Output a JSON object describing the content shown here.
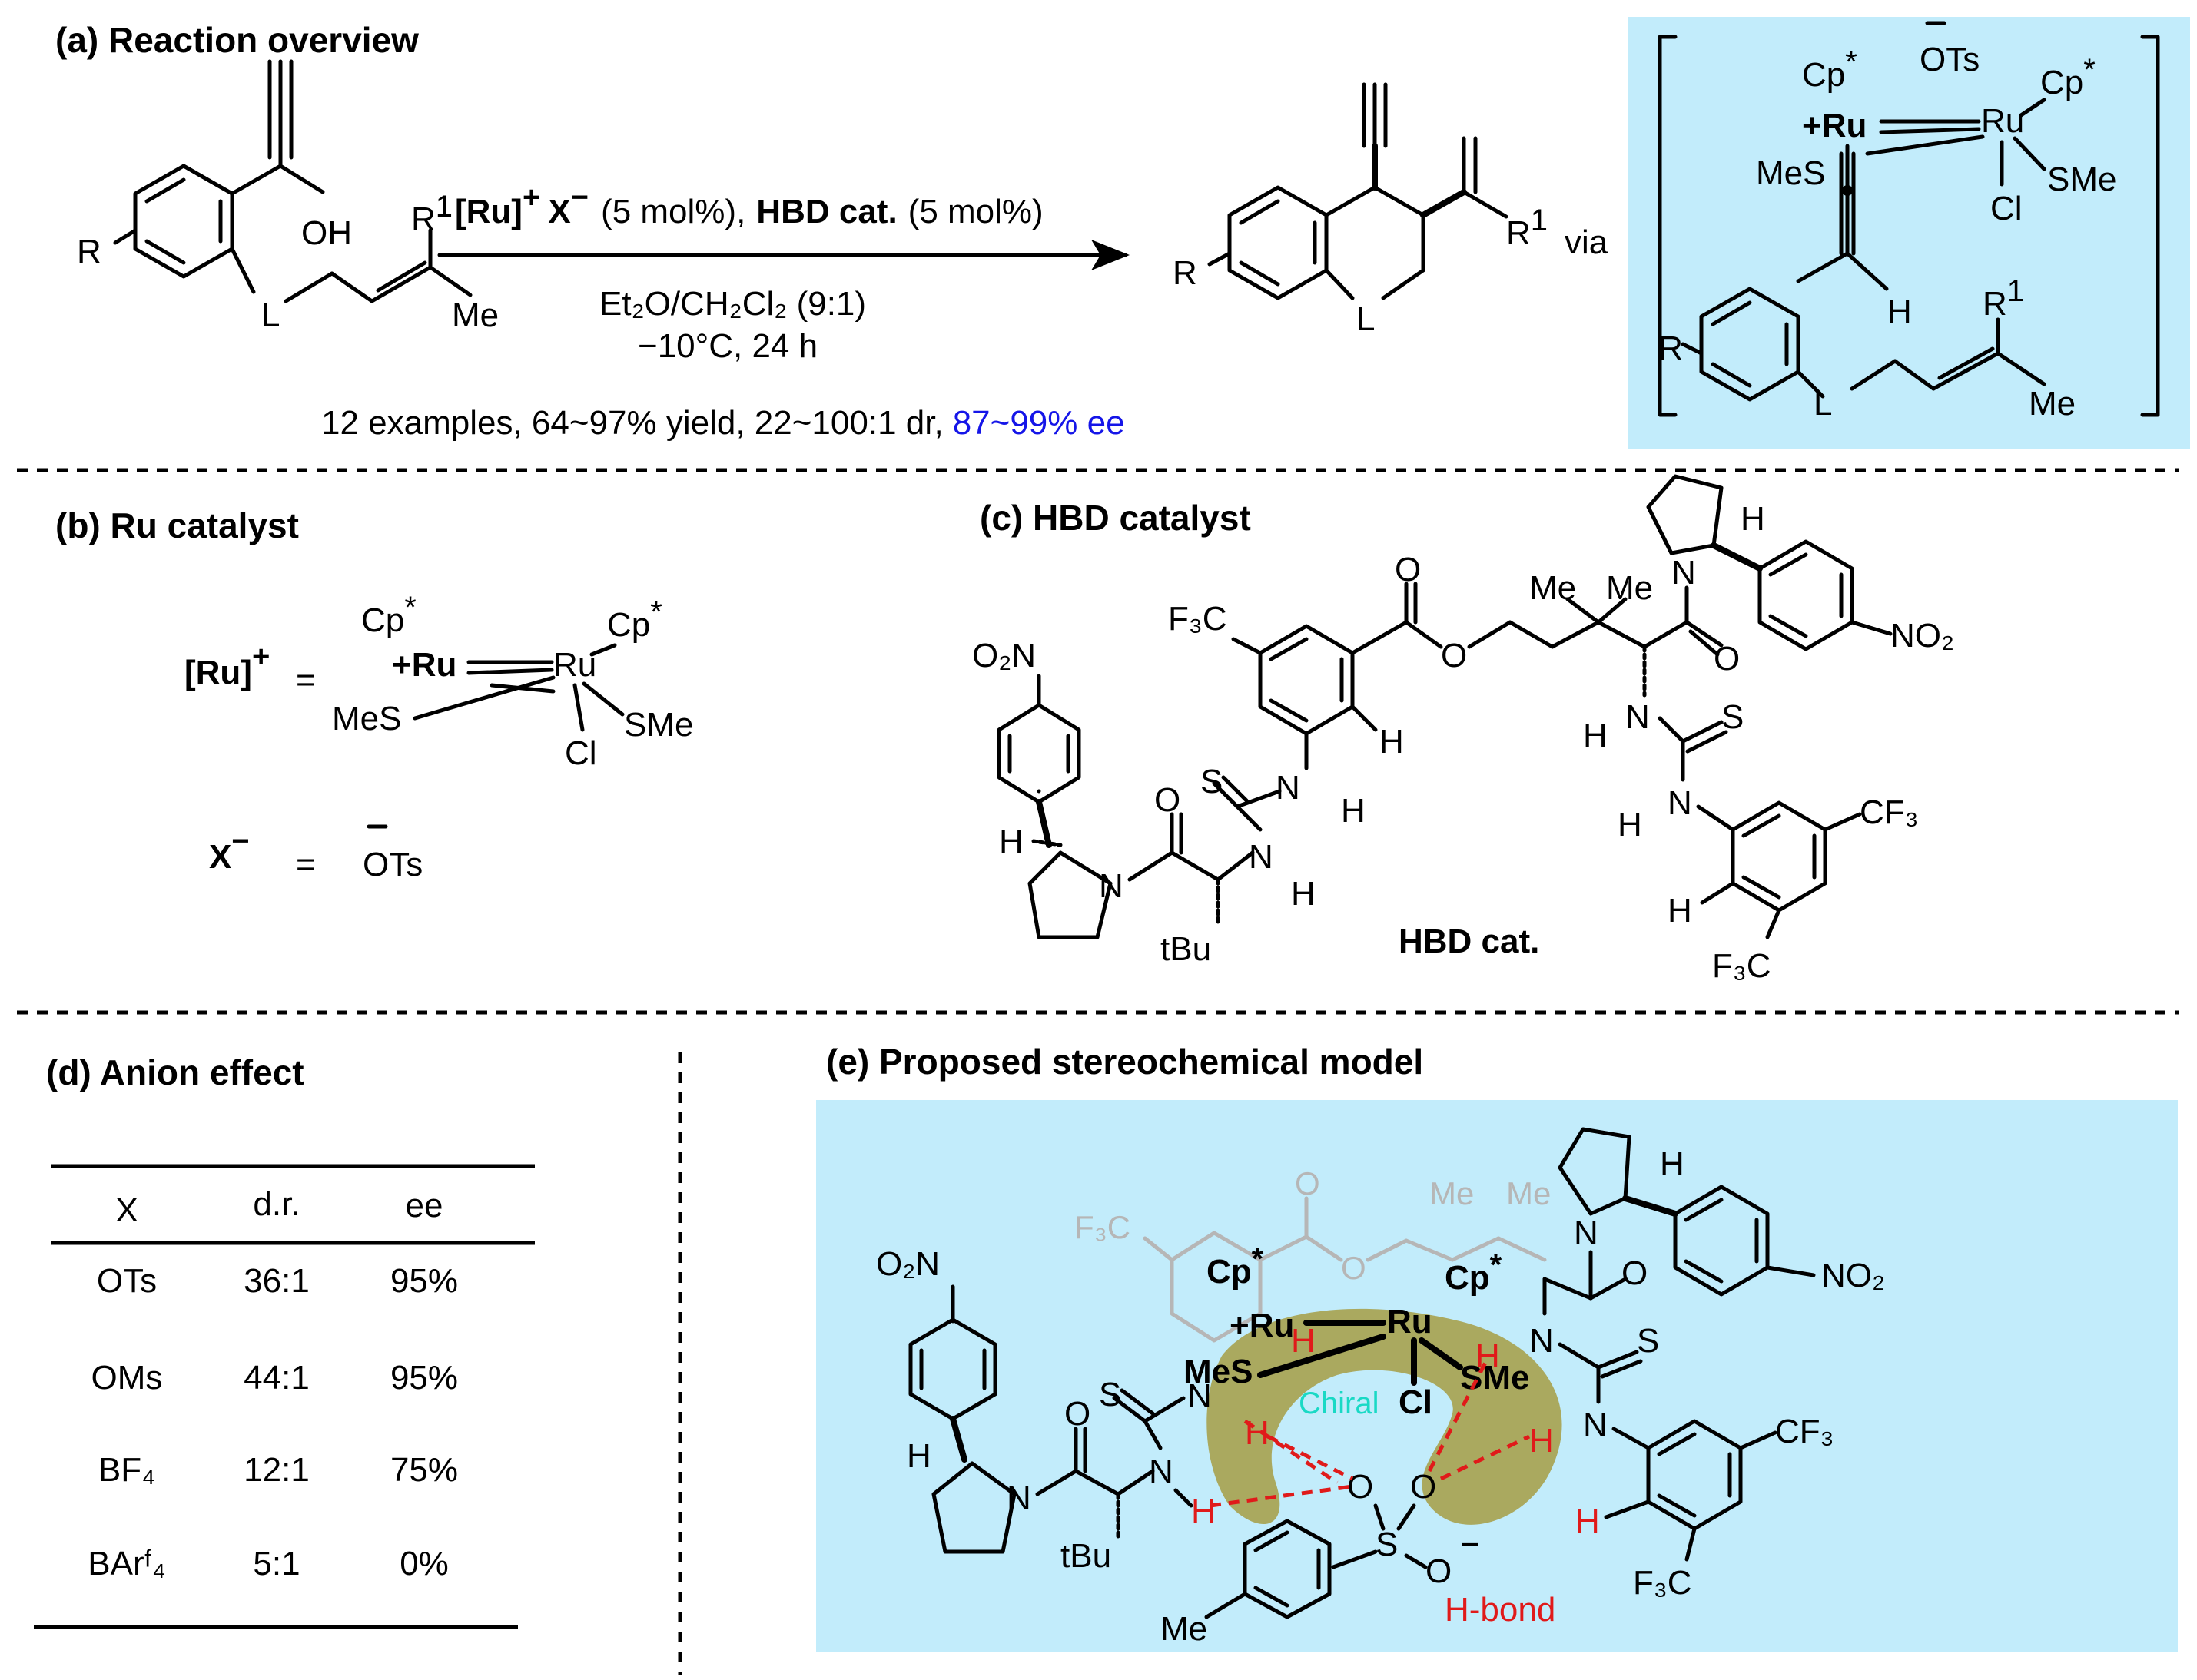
{
  "panels": {
    "a_title": "(a) Reaction overview",
    "b_title": "(b) Ru catalyst",
    "c_title": "(c) HBD catalyst",
    "d_title": "(d) Anion effect",
    "e_title": "(e) Proposed stereochemical model"
  },
  "reaction": {
    "ru": "[Ru]",
    "ru_charge": "+",
    "x": "X",
    "x_charge": "−",
    "load1": "(5 mol%),",
    "hbd": "HBD cat.",
    "load2": "(5 mol%)",
    "solvent": "Et₂O/CH₂Cl₂ (9:1)",
    "conditions": "−10°C, 24 h",
    "summary": "12 examples, 64~97% yield, 22~100:1 dr,",
    "ee_range": "87~99% ee",
    "via": "via",
    "oh": "OH",
    "r": "R",
    "r1": "R",
    "r1_sup": "1",
    "l": "L",
    "me": "Me",
    "h": "H"
  },
  "ru_labels": {
    "cp_star": "Cp",
    "star": "*",
    "ru_plus": "+Ru",
    "ru": "Ru",
    "mes": "MeS",
    "sme": "SMe",
    "cl": "Cl",
    "ots": "OTs",
    "ru_def": "[Ru]",
    "plus": "+",
    "eq": "=",
    "x_def": "X",
    "minus": "−"
  },
  "hbd_labels": {
    "o2n": "O₂N",
    "no2": "NO₂",
    "f3c": "F₃C",
    "cf3": "CF₃",
    "s": "S",
    "n": "N",
    "h": "H",
    "o": "O",
    "me": "Me",
    "tbu": "tBu",
    "name": "HBD cat."
  },
  "model_labels": {
    "chiral": "Chiral",
    "hbond": "H-bond",
    "ms": "Me",
    "s": "S",
    "o": "O",
    "minus": "−"
  },
  "colors": {
    "ee_blue": "#1515e8",
    "panel_bg": "#c2ecfb",
    "hbond_red": "#e01a1a",
    "chiral_cyan": "#19d9c5",
    "pocket_olive": "#a59a3c",
    "ghost_gray": "#b6b6b6"
  },
  "table": {
    "headers": [
      "X",
      "d.r.",
      "ee"
    ],
    "rows": [
      {
        "x": "OTs",
        "dr": "36:1",
        "ee": "95%"
      },
      {
        "x": "OMs",
        "dr": "44:1",
        "ee": "95%"
      },
      {
        "x": "BF₄",
        "dr": "12:1",
        "ee": "75%"
      },
      {
        "x": "BArᶠ₄",
        "dr": "5:1",
        "ee": "0%"
      }
    ]
  }
}
